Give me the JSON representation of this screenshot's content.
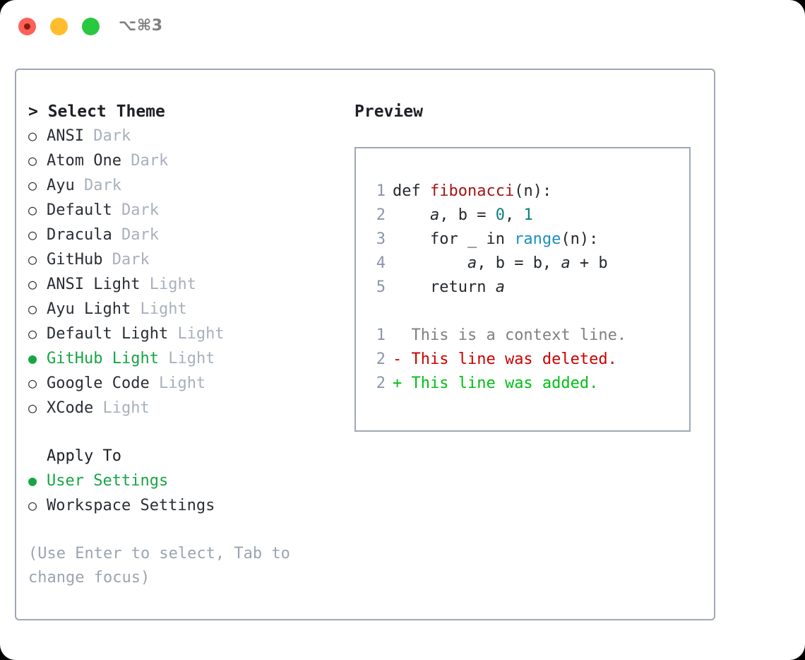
{
  "titlebar": {
    "shortcut": "⌥⌘3",
    "buttons": [
      {
        "name": "close",
        "color": "#ff6058"
      },
      {
        "name": "minimize",
        "color": "#ffbd2e"
      },
      {
        "name": "zoom",
        "color": "#28c840"
      }
    ]
  },
  "theme_panel": {
    "heading": "> Select Theme",
    "items": [
      {
        "marker": "○",
        "name": "ANSI",
        "tag": "Dark",
        "selected": false
      },
      {
        "marker": "○",
        "name": "Atom One",
        "tag": "Dark",
        "selected": false
      },
      {
        "marker": "○",
        "name": "Ayu",
        "tag": "Dark",
        "selected": false
      },
      {
        "marker": "○",
        "name": "Default",
        "tag": "Dark",
        "selected": false
      },
      {
        "marker": "○",
        "name": "Dracula",
        "tag": "Dark",
        "selected": false
      },
      {
        "marker": "○",
        "name": "GitHub",
        "tag": "Dark",
        "selected": false
      },
      {
        "marker": "○",
        "name": "ANSI Light",
        "tag": "Light",
        "selected": false
      },
      {
        "marker": "○",
        "name": "Ayu Light",
        "tag": "Light",
        "selected": false
      },
      {
        "marker": "○",
        "name": "Default Light",
        "tag": "Light",
        "selected": false
      },
      {
        "marker": "●",
        "name": "GitHub Light",
        "tag": "Light",
        "selected": true
      },
      {
        "marker": "○",
        "name": "Google Code",
        "tag": "Light",
        "selected": false
      },
      {
        "marker": "○",
        "name": "XCode",
        "tag": "Light",
        "selected": false
      }
    ]
  },
  "apply_to": {
    "heading": "Apply To",
    "items": [
      {
        "marker": "●",
        "name": "User Settings",
        "selected": true
      },
      {
        "marker": "○",
        "name": "Workspace Settings",
        "selected": false
      }
    ]
  },
  "hint": "(Use Enter to select, Tab to change focus)",
  "preview": {
    "title": "Preview",
    "code_lines": [
      {
        "number": "1",
        "tokens": [
          {
            "text": "def ",
            "kind": "kw"
          },
          {
            "text": "fibonacci",
            "kind": "fn"
          },
          {
            "text": "(n):",
            "kind": "plain"
          }
        ]
      },
      {
        "number": "2",
        "tokens": [
          {
            "text": "    ",
            "kind": "plain"
          },
          {
            "text": "a",
            "kind": "var"
          },
          {
            "text": ", b = ",
            "kind": "plain"
          },
          {
            "text": "0",
            "kind": "num"
          },
          {
            "text": ", ",
            "kind": "plain"
          },
          {
            "text": "1",
            "kind": "num"
          }
        ]
      },
      {
        "number": "3",
        "tokens": [
          {
            "text": "    for _ in ",
            "kind": "plain"
          },
          {
            "text": "range",
            "kind": "builtin"
          },
          {
            "text": "(n):",
            "kind": "plain"
          }
        ]
      },
      {
        "number": "4",
        "tokens": [
          {
            "text": "        ",
            "kind": "plain"
          },
          {
            "text": "a",
            "kind": "var"
          },
          {
            "text": ", b = b, ",
            "kind": "plain"
          },
          {
            "text": "a",
            "kind": "var"
          },
          {
            "text": " + b",
            "kind": "plain"
          }
        ]
      },
      {
        "number": "5",
        "tokens": [
          {
            "text": "    return ",
            "kind": "plain"
          },
          {
            "text": "a",
            "kind": "var"
          }
        ]
      }
    ],
    "diff_lines": [
      {
        "number": "1",
        "sign": " ",
        "text": " This is a context line.",
        "kind": "ctx"
      },
      {
        "number": "2",
        "sign": "-",
        "text": " This line was deleted.",
        "kind": "del"
      },
      {
        "number": "2",
        "sign": "+",
        "text": " This line was added.",
        "kind": "add"
      }
    ]
  },
  "colors": {
    "selected_green": "#17a544",
    "muted_tag": "#a8b0bc",
    "hint_text": "#9ba4b0",
    "border": "#9fa8b8",
    "line_number": "#8a96a8",
    "diff_delete": "#cc0000",
    "diff_add": "#00bf16",
    "diff_context": "#808080",
    "syntax_function": "#a31515",
    "syntax_builtin": "#1a8fc1",
    "syntax_number": "#0d7d7d",
    "text": "#24292e"
  }
}
